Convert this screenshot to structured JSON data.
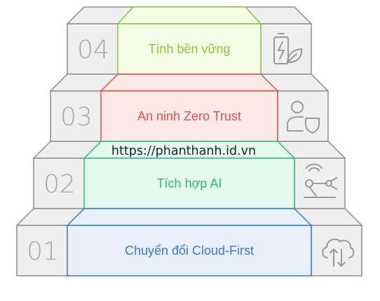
{
  "steps": [
    {
      "number": "01",
      "label": "Chuyển đổi Cloud-First",
      "icon": "cloud-sync-icon",
      "color": "#3a78d6",
      "fill": "#e9f0fb"
    },
    {
      "number": "02",
      "label": "Tích hợp AI",
      "icon": "robot-arm-icon",
      "color": "#2fba72",
      "fill": "#e4faf0"
    },
    {
      "number": "03",
      "label": "An ninh Zero Trust",
      "icon": "user-shield-icon",
      "color": "#e0504f",
      "fill": "#fde9e8"
    },
    {
      "number": "04",
      "label": "Tính bền vững",
      "icon": "battery-leaf-icon",
      "color": "#8cc63e",
      "fill": "#f5fbe4"
    }
  ],
  "watermark": "https://phanthanh.id.vn",
  "colors": {
    "step_gray": "#efefef",
    "step_stroke": "#8e8e8e",
    "number_gray": "#a8a8a8",
    "icon_gray": "#9a9a9a"
  }
}
